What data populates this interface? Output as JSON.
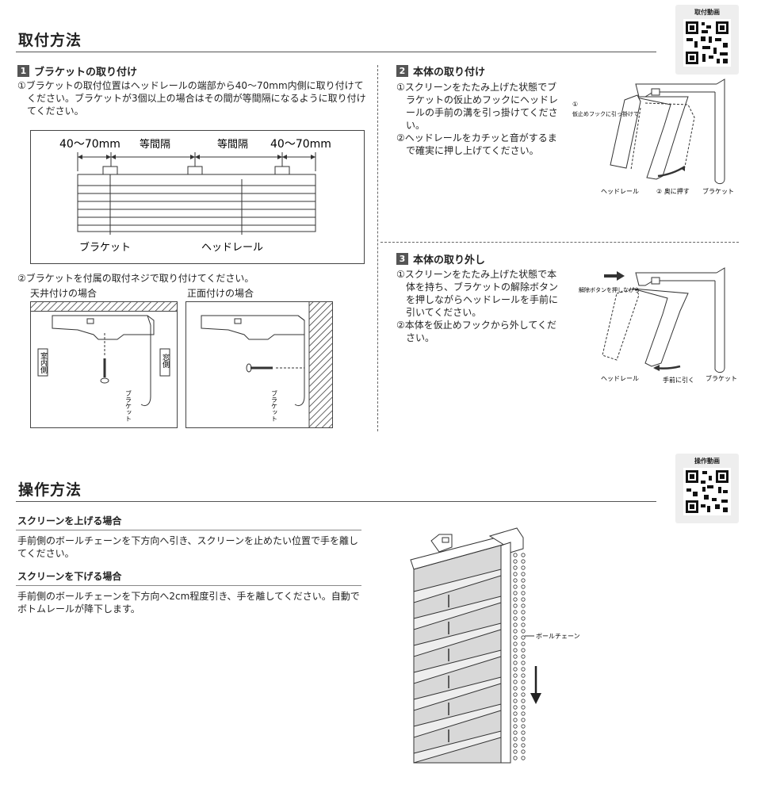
{
  "install": {
    "title": "取付方法",
    "qr_label": "取付動画",
    "sec1": {
      "num": "1",
      "heading": "ブラケットの取り付け",
      "para1": "①ブラケットの取付位置はヘッドレールの端部から40～70mm内側に取り付けてください。ブラケットが3個以上の場合はその間が等間隔になるように取り付けてください。",
      "dim_left": "40～70mm",
      "dim_mid1": "等間隔",
      "dim_mid2": "等間隔",
      "dim_right": "40～70mm",
      "label_bracket": "ブラケット",
      "label_headrail": "ヘッドレール",
      "para2": "②ブラケットを付属の取付ネジで取り付けてください。",
      "ceiling_title": "天井付けの場合",
      "front_title": "正面付けの場合",
      "indoor": "室内側",
      "window": "窓側",
      "bracket_v": "ブラケット"
    },
    "sec2": {
      "num": "2",
      "heading": "本体の取り付け",
      "step1": "①スクリーンをたたみ上げた状態でブラケットの仮止めフックにヘッドレールの手前の溝を引っ掛けてください。",
      "step2": "②ヘッドレールをカチッと音がするまで確実に押し上げてください。",
      "callout1_num": "①",
      "callout1": "仮止めフックに引っ掛けて",
      "label_headrail": "ヘッドレール",
      "label_push": "② 奥に押す",
      "label_bracket": "ブラケット"
    },
    "sec3": {
      "num": "3",
      "heading": "本体の取り外し",
      "step1": "①スクリーンをたたみ上げた状態で本体を持ち、ブラケットの解除ボタンを押しながらヘッドレールを手前に引いてください。",
      "step2": "②本体を仮止めフックから外してください。",
      "callout": "解除ボタンを押しながら",
      "label_headrail": "ヘッドレール",
      "label_pull": "手前に引く",
      "label_bracket": "ブラケット"
    }
  },
  "operation": {
    "title": "操作方法",
    "qr_label": "操作動画",
    "raise_label": "スクリーンを上げる場合",
    "raise_text": "手前側のボールチェーンを下方向へ引き、スクリーンを止めたい位置で手を離してください。",
    "lower_label": "スクリーンを下げる場合",
    "lower_text": "手前側のボールチェーンを下方向へ2cm程度引き、手を離してください。自動でボトムレールが降下します。",
    "chain_label": "ボールチェーン"
  }
}
